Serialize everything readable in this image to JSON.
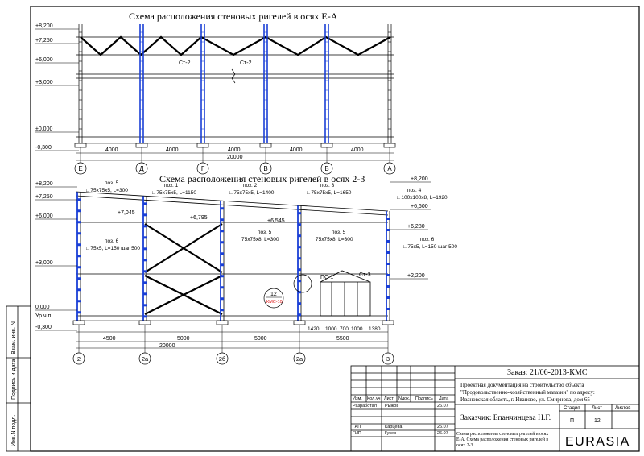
{
  "drawing": {
    "top_title": "Схема расположения стеновых ригелей в осях Е-А",
    "mid_title": "Схема расположения стеновых ригелей в осях 2-3",
    "top_levels": [
      "+8,200",
      "+7,250",
      "+6,000",
      "+3,000",
      "±0,000",
      "-0,300"
    ],
    "top_marks": [
      "Ст-2",
      "Ст-2"
    ],
    "top_dims": [
      "4000",
      "4000",
      "4000",
      "4000",
      "4000"
    ],
    "top_total": "20000",
    "top_axes": [
      "Е",
      "Д",
      "Г",
      "В",
      "Б",
      "А"
    ],
    "mid_levels_left": [
      "+8,200",
      "+7,250",
      "+6,000",
      "+3,000",
      "0,000",
      "Ур.ч.п.",
      "-0,300"
    ],
    "mid_levels_right": [
      "+8,200",
      "+6,600",
      "+6,280",
      "+2,200"
    ],
    "mid_inner_levels": [
      "+7,045",
      "+6,795",
      "+6,545"
    ],
    "pos_labels": [
      {
        "head": "поз. 5",
        "spec": "∟75x75x5, L=300"
      },
      {
        "head": "поз. 1",
        "spec": "∟75x75x5, L=1150"
      },
      {
        "head": "поз. 2",
        "spec": "∟75x75x5, L=1400"
      },
      {
        "head": "поз. 3",
        "spec": "∟75x75x5, L=1650"
      },
      {
        "head": "поз. 4",
        "spec": "∟100x100x8, L=1920"
      },
      {
        "head": "поз. 6",
        "spec": "∟75x5, L=150 шаг 500"
      },
      {
        "head": "поз. 5",
        "spec": "75x75x8, L=300"
      },
      {
        "head": "поз. 5",
        "spec": "75x75x8, L=300"
      },
      {
        "head": "поз. 6",
        "spec": "∟75x5, L=150 шаг 500"
      }
    ],
    "mid_marks": [
      "ПС-1",
      "Ст-3"
    ],
    "callout_num": "12",
    "callout_sheet": "КМС-10",
    "mid_dims": [
      "4500",
      "5000",
      "5000"
    ],
    "mid_right_dims": [
      "1420",
      "1000",
      "700",
      "1000",
      "1380"
    ],
    "mid_sub_total": "5500",
    "mid_total": "20000",
    "mid_axes": [
      "2",
      "2а",
      "2б",
      "2а",
      "3"
    ]
  },
  "side_stamp": [
    "Взам. инв. N",
    "Подпись и дата",
    "Инв.N подл."
  ],
  "title_block": {
    "order": "Заказ: 21/06-2013-КМС",
    "project": "Проектная документация на строительство объекта \"Продовольственно-хозяйственный магазин\" по адресу: Ивановская область, г. Иваново, ул. Смирнова, дом 65",
    "cols": [
      "Изм.",
      "Кол.уч",
      "Лист",
      "Nдок.",
      "Подпись",
      "Дата"
    ],
    "rows": [
      {
        "role": "Разработал",
        "name": "Рыжов",
        "date": "26.07"
      },
      {
        "role": "ГАП",
        "name": "Карцева",
        "date": "26.07"
      },
      {
        "role": "ГИП",
        "name": "Гусев",
        "date": "26.07"
      }
    ],
    "customer": "Заказчик: Епанчинцева Н.Г.",
    "stage_hdr": [
      "Стадия",
      "Лист",
      "Листов"
    ],
    "stage": "П",
    "sheet": "12",
    "sheets": "",
    "sheet_title": "Схема расположения стеновых ригелей в осях Е-А. Схема расположения стеновых ригелей в осях 2-3.",
    "logo": "EURASIA"
  },
  "colors": {
    "steel": "#1a3fd6",
    "accent": "#d11"
  }
}
